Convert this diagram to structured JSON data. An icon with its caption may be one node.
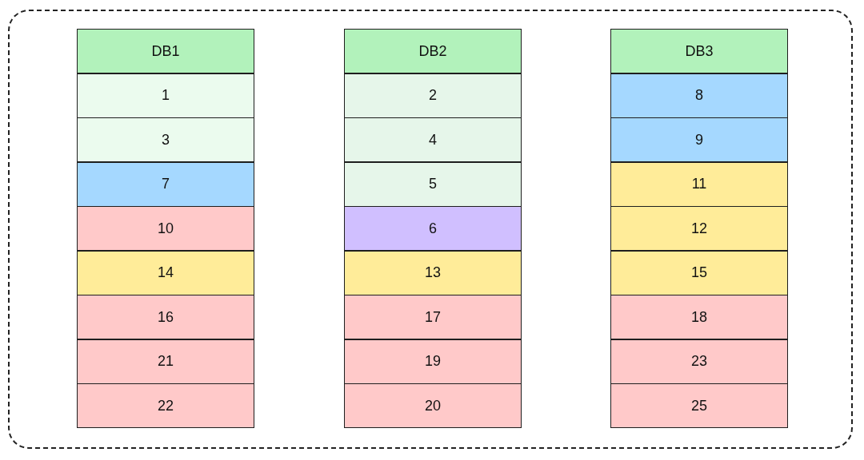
{
  "diagram": {
    "nodes": [
      {
        "text": [],
        "shape": "box"
      },
      {
        "text": [
          "DB1"
        ],
        "in": 0
      },
      {
        "text": [
          "1"
        ],
        "in": 0
      },
      {
        "text": [
          "3"
        ],
        "in": 0
      },
      {
        "text": [
          "7"
        ],
        "in": 0
      },
      {
        "text": [
          "10"
        ],
        "in": 0
      },
      {
        "text": [
          "14"
        ],
        "in": 0
      },
      {
        "text": [
          "16"
        ],
        "in": 0
      },
      {
        "text": [
          "21"
        ],
        "in": 0
      },
      {
        "text": [
          "22"
        ],
        "in": 0
      },
      {
        "text": [
          "DB2"
        ],
        "in": 0
      },
      {
        "text": [
          "2"
        ],
        "in": 0
      },
      {
        "text": [
          "4"
        ],
        "in": 0
      },
      {
        "text": [
          "5"
        ],
        "in": 0
      },
      {
        "text": [
          "6"
        ],
        "in": 0
      },
      {
        "text": [
          "13"
        ],
        "in": 0
      },
      {
        "text": [
          "17"
        ],
        "in": 0
      },
      {
        "text": [
          "19"
        ],
        "in": 0
      },
      {
        "text": [
          "20"
        ],
        "in": 0
      },
      {
        "text": [
          "DB3"
        ],
        "in": 0
      },
      {
        "text": [
          "8"
        ],
        "in": 0
      },
      {
        "text": [
          "9"
        ],
        "in": 0
      },
      {
        "text": [
          "11"
        ],
        "in": 0
      },
      {
        "text": [
          "12"
        ],
        "in": 0
      },
      {
        "text": [
          "15"
        ],
        "in": 0
      },
      {
        "text": [
          "18"
        ],
        "in": 0
      },
      {
        "text": [
          "23"
        ],
        "in": 0
      },
      {
        "text": [
          "25"
        ],
        "in": 0
      }
    ]
  }
}
